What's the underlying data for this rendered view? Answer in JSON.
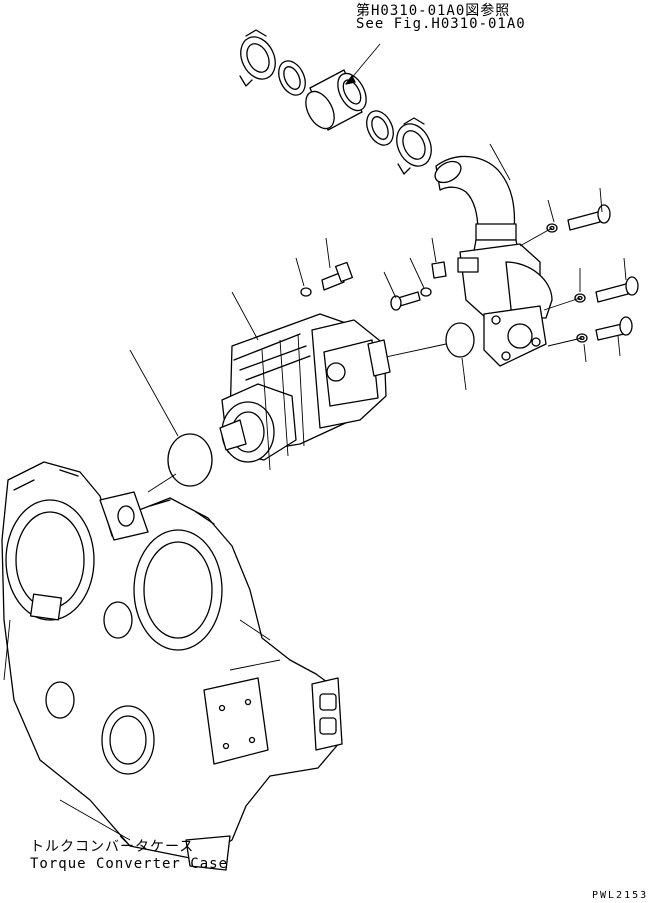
{
  "reference": {
    "japanese": "第H0310-01A0図参照",
    "english": "See Fig.H0310-01A0"
  },
  "case_label": {
    "japanese": "トルクコンバータケース",
    "english": "Torque Converter Case"
  },
  "drawing_code": "PWL2153"
}
